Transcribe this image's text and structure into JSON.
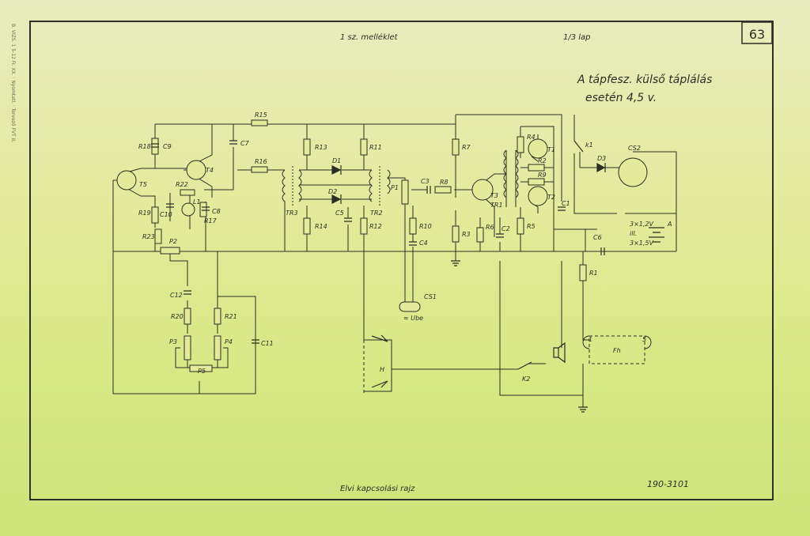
{
  "page_number": "63",
  "header": {
    "left": "1 sz. melléklet",
    "right": "1/3 lap"
  },
  "note": {
    "line1": "A tápfesz. külső táplálás",
    "line2": "esetén 4,5 v."
  },
  "side_text": "B. VIZS. 1 5-12 Fr. XX. · Nyomtatl. · Tervező FVT II.",
  "footer": {
    "title": "Elvi kapcsolási rajz",
    "drawing_number": "190-3101"
  },
  "components": {
    "resistors": [
      "R15",
      "R16",
      "R18",
      "R22",
      "R19",
      "R17",
      "R23",
      "R13",
      "R14",
      "R11",
      "R12",
      "R10",
      "R8",
      "R7",
      "R3",
      "R6",
      "R5",
      "R4",
      "R2",
      "R9",
      "R1",
      "R20",
      "R21"
    ],
    "capacitors": [
      "C9",
      "C7",
      "C10",
      "C8",
      "C5",
      "C4",
      "C3",
      "C2",
      "C1",
      "C6",
      "C12",
      "C11"
    ],
    "pots": [
      "P2",
      "P1",
      "P3",
      "P4",
      "P5"
    ],
    "transistors": [
      "T5",
      "T4",
      "T3",
      "T1",
      "T2"
    ],
    "transformers": [
      "TR3",
      "TR2",
      "TR1"
    ],
    "diodes": [
      "D1",
      "D2",
      "D3"
    ],
    "other": [
      "L1",
      "k1",
      "CS2",
      "CS1",
      "H",
      "K2",
      "Fh",
      "A"
    ]
  },
  "labels": {
    "cs1_sub": "≈ Ube",
    "battery_text": "3×1,2V",
    "battery_text2": "ill.",
    "battery_text3": "3×1,5V",
    "pin_1": "1",
    "pin_5": "5"
  }
}
